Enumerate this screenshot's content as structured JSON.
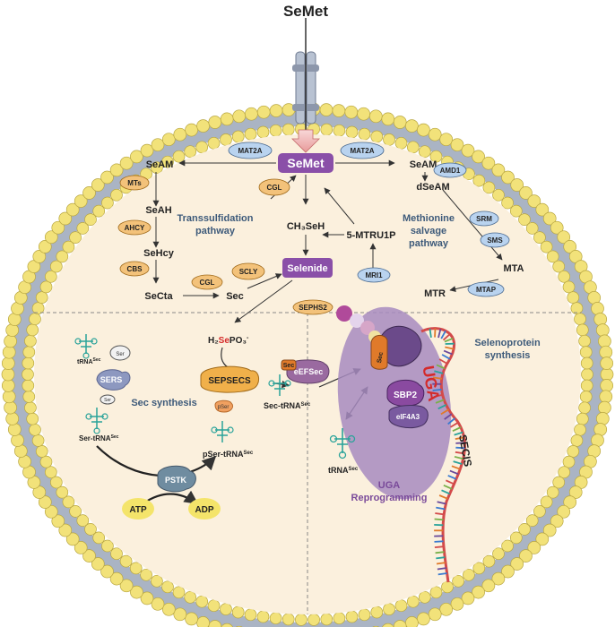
{
  "title": "SeMet",
  "center_label": "SeMet",
  "selenide_label": "Selenide",
  "metabolites": {
    "seam_left": "SeAM",
    "seah": "SeAH",
    "sehcy": "SeHcy",
    "secta": "SeCta",
    "sec": "Sec",
    "ch3seh": "CH₃SeH",
    "mtru": "5-MTRU1P",
    "seam_right": "SeAM",
    "dseam": "dSeAM",
    "mta": "MTA",
    "mtr": "MTR",
    "h2sepo3_pre": "H₂",
    "h2sepo3_se": "Se",
    "h2sepo3_post": "PO₃",
    "h2sepo3_charge": "-",
    "atp": "ATP",
    "adp": "ADP"
  },
  "enzymes": {
    "mat2a_left": "MAT2A",
    "mat2a_right": "MAT2A",
    "mts": "MTs",
    "ahcy": "AHCY",
    "cbs": "CBS",
    "cgl_top": "CGL",
    "cgl_bottom": "CGL",
    "scly": "SCLY",
    "sephs2": "SEPHS2",
    "amd1": "AMD1",
    "srm": "SRM",
    "sms": "SMS",
    "mri1": "MRI1",
    "mtap": "MTAP",
    "sers": "SERS",
    "pstk": "PSTK",
    "sepsecs": "SEPSECS",
    "eefsec": "eEFSec",
    "sbp2": "SBP2",
    "eif4a3": "eIF4A3"
  },
  "pathways": {
    "transsulfidation": [
      "Transsulfidation",
      "pathway"
    ],
    "methionine_salvage": [
      "Methionine",
      "salvage",
      "pathway"
    ],
    "sec_synthesis": "Sec synthesis",
    "selenoprotein_synthesis": [
      "Selenoprotein",
      "synthesis"
    ],
    "uga_reprogramming": [
      "UGA",
      "Reprogramming"
    ]
  },
  "trna_labels": {
    "trna_sec_top": "tRNA",
    "ser_trna": "Ser-tRNA",
    "pser_trna": "pSer-tRNA",
    "sec_trna": "Sec-tRNA",
    "trna_sec_bottom": "tRNA",
    "sup": "Sec"
  },
  "molecule_tags": {
    "ser": "Ser",
    "sec_on_trna": "Sec",
    "pser": "pSer",
    "sec_ribosome": "Sec",
    "uga": "UGA",
    "secis": "SECIS",
    "sec_eefsec": "Sec"
  },
  "colors": {
    "interior": "#fbf0dd",
    "membrane_head": "#f2e27a",
    "membrane_tail": "#aab4c4",
    "enzyme_orange": "#f3c27a",
    "enzyme_blue": "#b9d3ef",
    "semet_purple": "#8a4fa8",
    "pathway_text": "#3d5a7a",
    "ribosome": "#a78bc0"
  }
}
